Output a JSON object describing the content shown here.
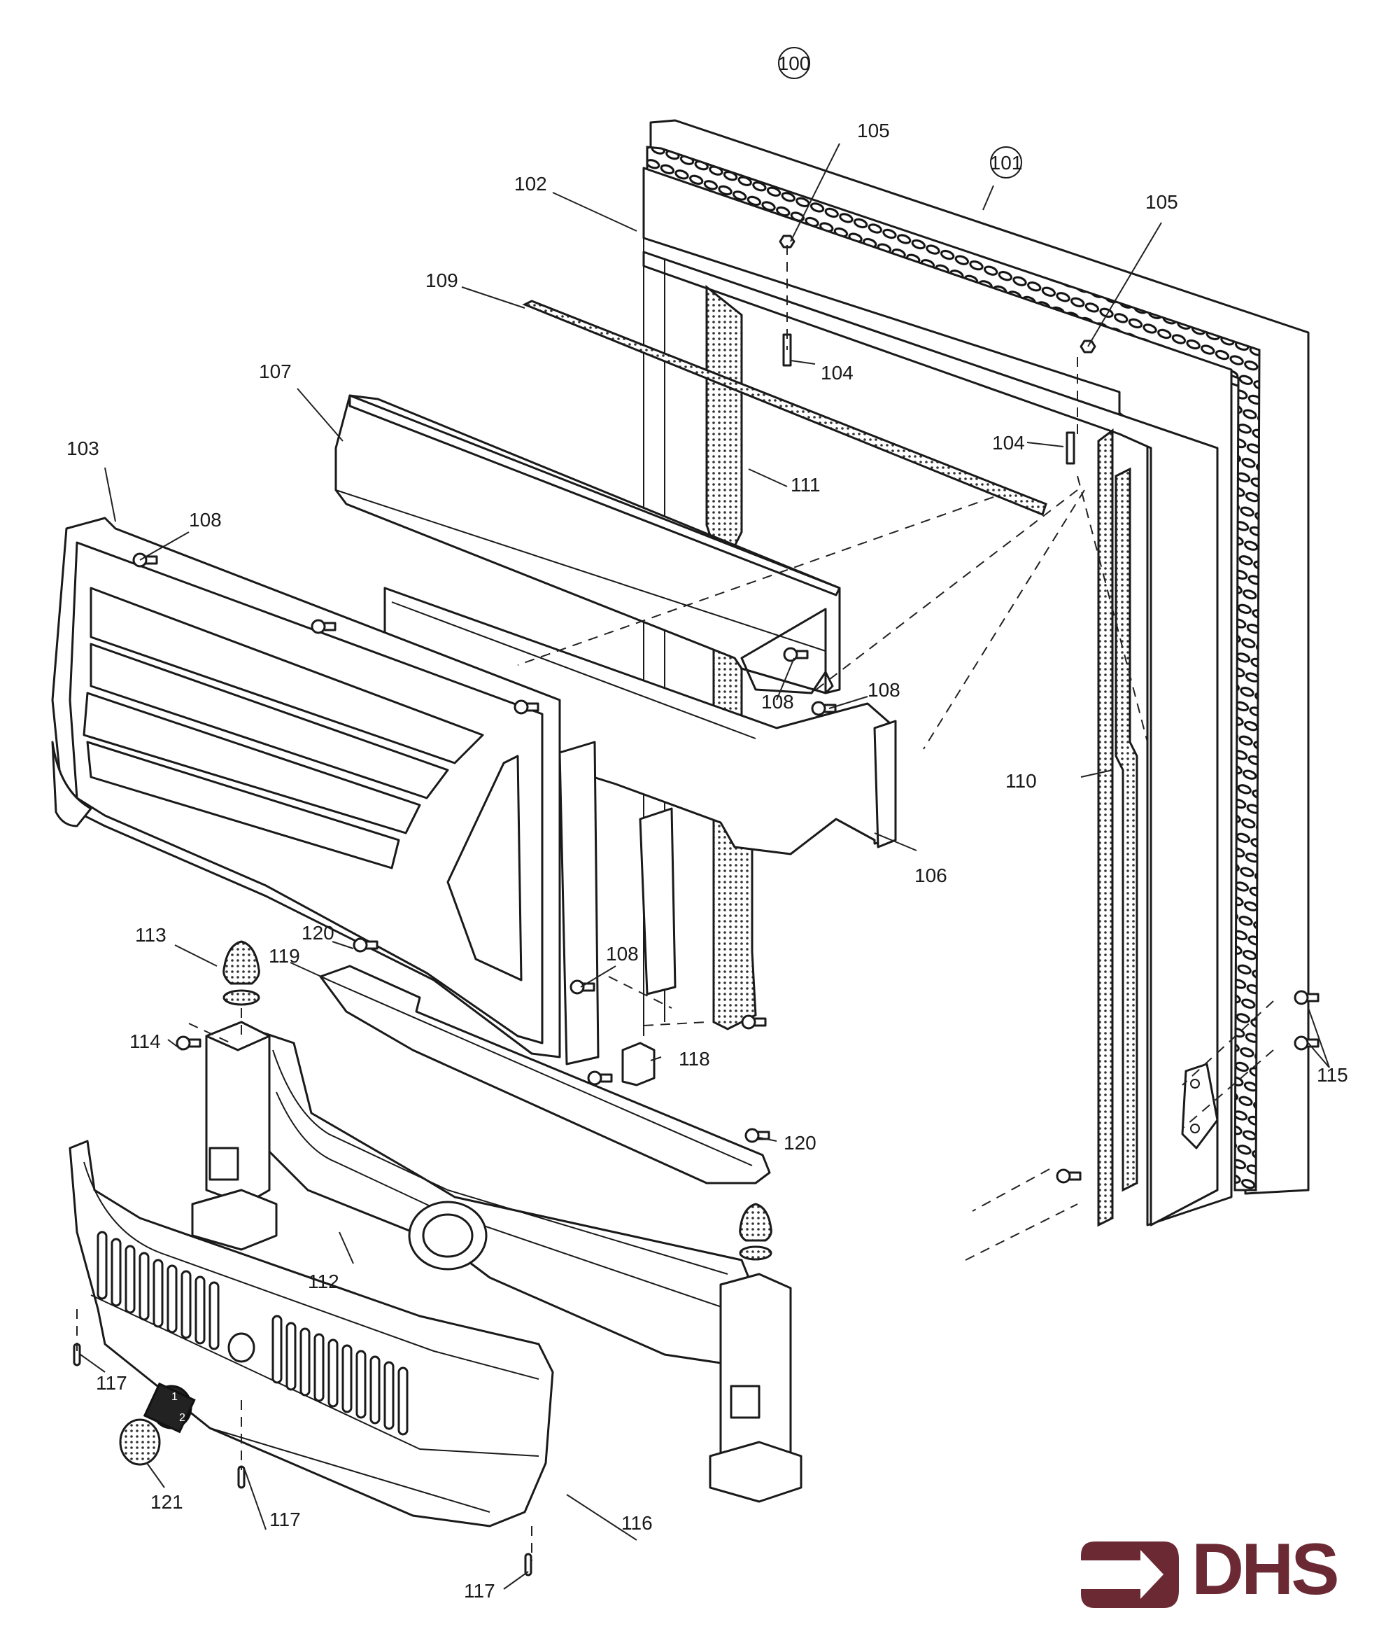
{
  "diagram": {
    "title": "Exploded parts diagram - fire front assembly",
    "circled_callouts": [
      {
        "id": "assembly",
        "label": "100"
      },
      {
        "id": "frame",
        "label": "101"
      }
    ],
    "callouts": [
      {
        "id": "c102",
        "label": "102"
      },
      {
        "id": "c103",
        "label": "103"
      },
      {
        "id": "c104a",
        "label": "104"
      },
      {
        "id": "c104b",
        "label": "104"
      },
      {
        "id": "c105a",
        "label": "105"
      },
      {
        "id": "c105b",
        "label": "105"
      },
      {
        "id": "c106",
        "label": "106"
      },
      {
        "id": "c107",
        "label": "107"
      },
      {
        "id": "c108a",
        "label": "108"
      },
      {
        "id": "c108b",
        "label": "108"
      },
      {
        "id": "c108c",
        "label": "108"
      },
      {
        "id": "c108d",
        "label": "108"
      },
      {
        "id": "c109",
        "label": "109"
      },
      {
        "id": "c110",
        "label": "110"
      },
      {
        "id": "c111",
        "label": "111"
      },
      {
        "id": "c112",
        "label": "112"
      },
      {
        "id": "c113",
        "label": "113"
      },
      {
        "id": "c114",
        "label": "114"
      },
      {
        "id": "c115",
        "label": "115"
      },
      {
        "id": "c116",
        "label": "116"
      },
      {
        "id": "c117a",
        "label": "117"
      },
      {
        "id": "c117b",
        "label": "117"
      },
      {
        "id": "c117c",
        "label": "117"
      },
      {
        "id": "c118",
        "label": "118"
      },
      {
        "id": "c119",
        "label": "119"
      },
      {
        "id": "c120a",
        "label": "120"
      },
      {
        "id": "c120b",
        "label": "120"
      },
      {
        "id": "c121",
        "label": "121"
      }
    ],
    "knob_markings": [
      "1",
      "2"
    ]
  },
  "logo": {
    "text": "DHS",
    "color": "#6b2a33"
  },
  "colors": {
    "line": "#1a1a1a",
    "background": "#ffffff"
  }
}
